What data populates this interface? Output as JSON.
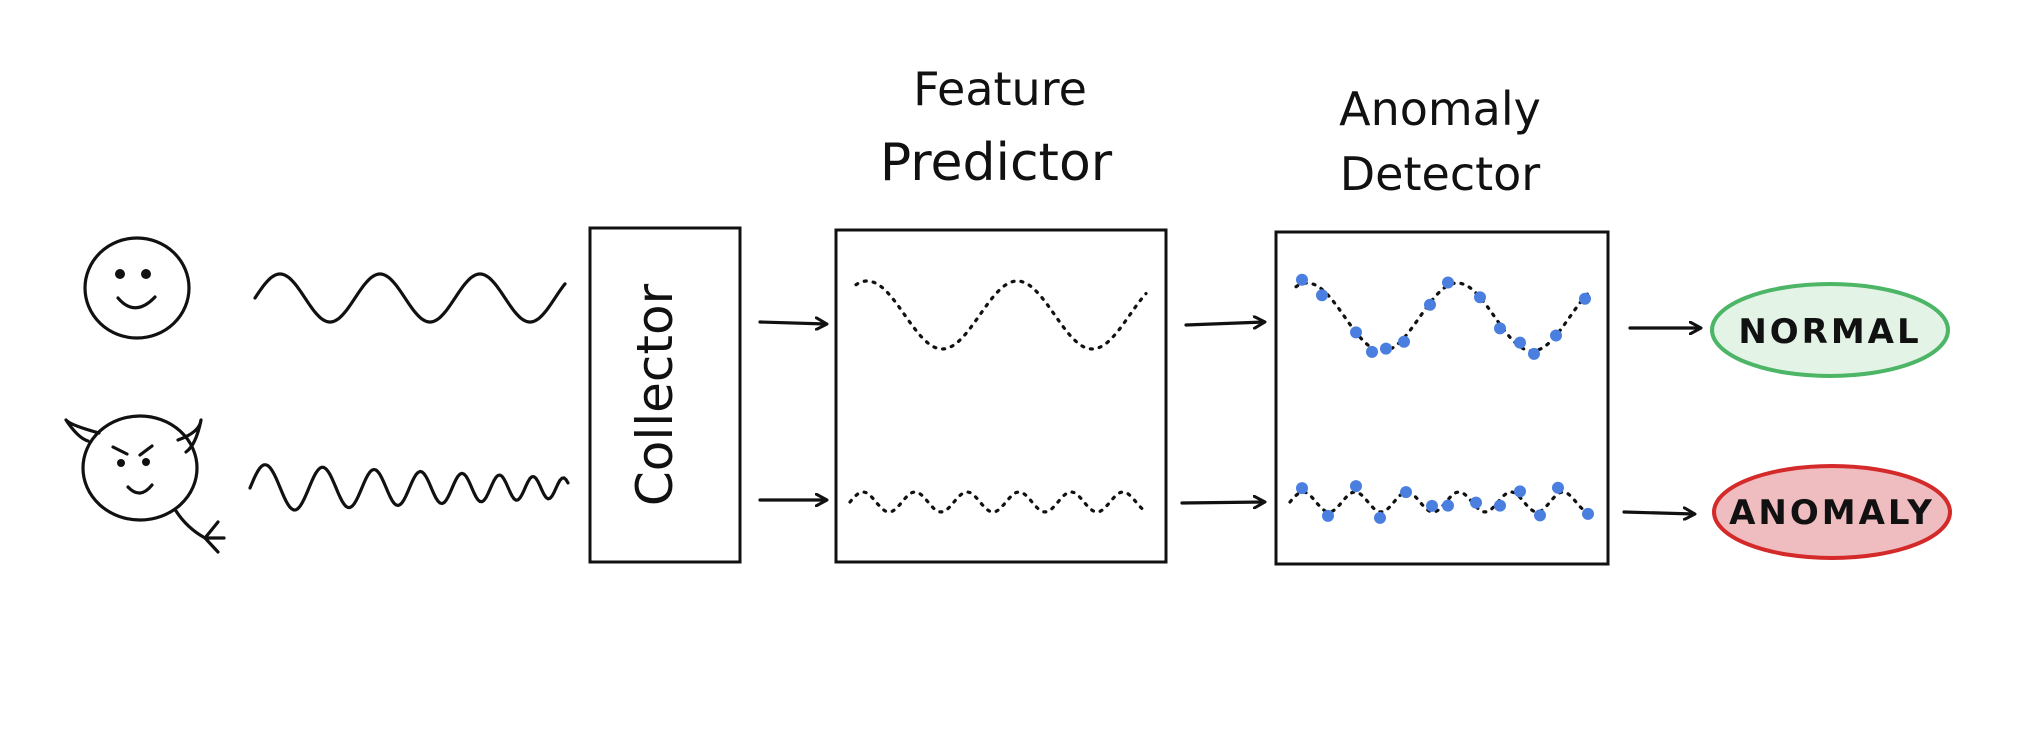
{
  "diagram": {
    "labels": {
      "feature_line1": "Feature",
      "feature_line2": "Predictor",
      "anomaly_line1": "Anomaly",
      "anomaly_line2": "Detector",
      "collector": "Collector"
    },
    "outputs": {
      "normal": {
        "text": "NORMAL",
        "stroke": "#4cb566",
        "fill": "#e3f3e6",
        "text_color": "#4cb566"
      },
      "anomaly": {
        "text": "ANOMALY",
        "stroke": "#d42a2a",
        "fill": "#efbcbf",
        "text_color": "#d42a2a"
      }
    },
    "colors": {
      "ink": "#111111",
      "point": "#4a7fe0"
    },
    "icons": {
      "user": "smiley-face-icon",
      "attacker": "devil-face-icon"
    }
  }
}
